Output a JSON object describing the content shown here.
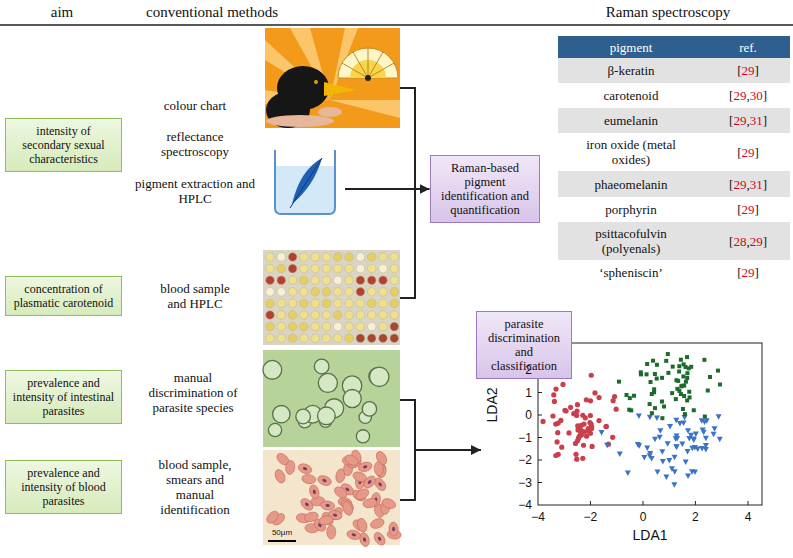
{
  "diagram": {
    "nodes": [
      {
        "text": [
          "intensity of secondary sexual characteristics"
        ]
      },
      {
        "text": [
          "concentration of plasmatic carotenoid"
        ]
      },
      {
        "text": [
          "prevalence and intensity of intestinal parasites"
        ]
      },
      {
        "text": [
          "prevalence and intensity of blood parasites"
        ]
      },
      {
        "text": [
          "Raman-based pigment identification and quantification"
        ]
      },
      {
        "text": [
          "parasite discrimination and classification"
        ]
      }
    ],
    "labels": [
      "aim",
      "conventional methods",
      "Raman spectroscopy",
      "colour chart",
      "reflectance spectroscopy",
      "pigment extraction and HPLC",
      "blood sample and HPLC",
      "manual discrimination of parasite species",
      "blood sample, smears and manual identification",
      "50µm",
      "pigment",
      "ref.",
      "β-keratin",
      "[29]",
      "carotenoid",
      "[29,30]",
      "eumelanin",
      "[29,31]",
      "iron oxide (metal oxides)",
      "[29]",
      "phaeomelanin",
      "[29,31]",
      "porphyrin",
      "[29]",
      "psittacofulvin (polyenals)",
      "[28,29]",
      "‘spheniscin’",
      "[29]",
      "LDA2",
      "LDA1",
      "2",
      "1",
      "0",
      "−1",
      "−2",
      "−3",
      "−4",
      "−4",
      "−2",
      "0",
      "2",
      "4"
    ]
  }
}
